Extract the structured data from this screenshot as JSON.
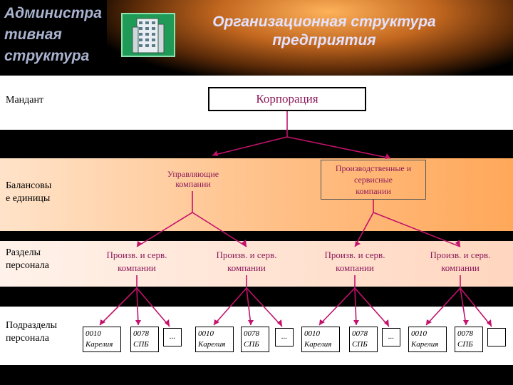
{
  "header": {
    "logo_text": "Администра\nтивная\nструктура",
    "title": "Организационная структура\nпредприятия"
  },
  "rows": {
    "mandant": "Мандант",
    "balance": "Балансовы\nе единицы",
    "razdely": "Разделы\nперсонала",
    "podrazdely": "Подразделы\nперсонала"
  },
  "nodes": {
    "corp": "Корпорация",
    "mgmt": "Управляющие\nкомпании",
    "prod": "Производственные и\nсервисные\nкомпании",
    "ps": "Произв. и серв.\nкомпании"
  },
  "leaves": {
    "karelia": "0010\nКарелия",
    "spb": "0078\nСПБ",
    "dots": "..."
  },
  "colors": {
    "node_text": "#8b1a5a",
    "connector": "#c2126b"
  }
}
